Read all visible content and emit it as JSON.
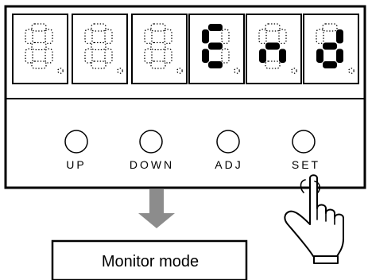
{
  "display": {
    "digits": [
      {
        "char": "8",
        "lit": false
      },
      {
        "char": "8",
        "lit": false
      },
      {
        "char": "8",
        "lit": false
      },
      {
        "char": "E",
        "lit": true
      },
      {
        "char": "n",
        "lit": true
      },
      {
        "char": "d",
        "lit": true
      }
    ]
  },
  "buttons": [
    {
      "id": "up",
      "label": "UP"
    },
    {
      "id": "down",
      "label": "DOWN"
    },
    {
      "id": "adj",
      "label": "ADJ"
    },
    {
      "id": "set",
      "label": "SET"
    }
  ],
  "pressed_button": "set",
  "result": {
    "label": "Monitor mode"
  },
  "colors": {
    "arrow": "#8c8c8c",
    "outline": "#000000",
    "background": "#ffffff"
  },
  "icons": {
    "hand": "pointing-hand-icon",
    "arrow": "down-arrow-icon"
  }
}
